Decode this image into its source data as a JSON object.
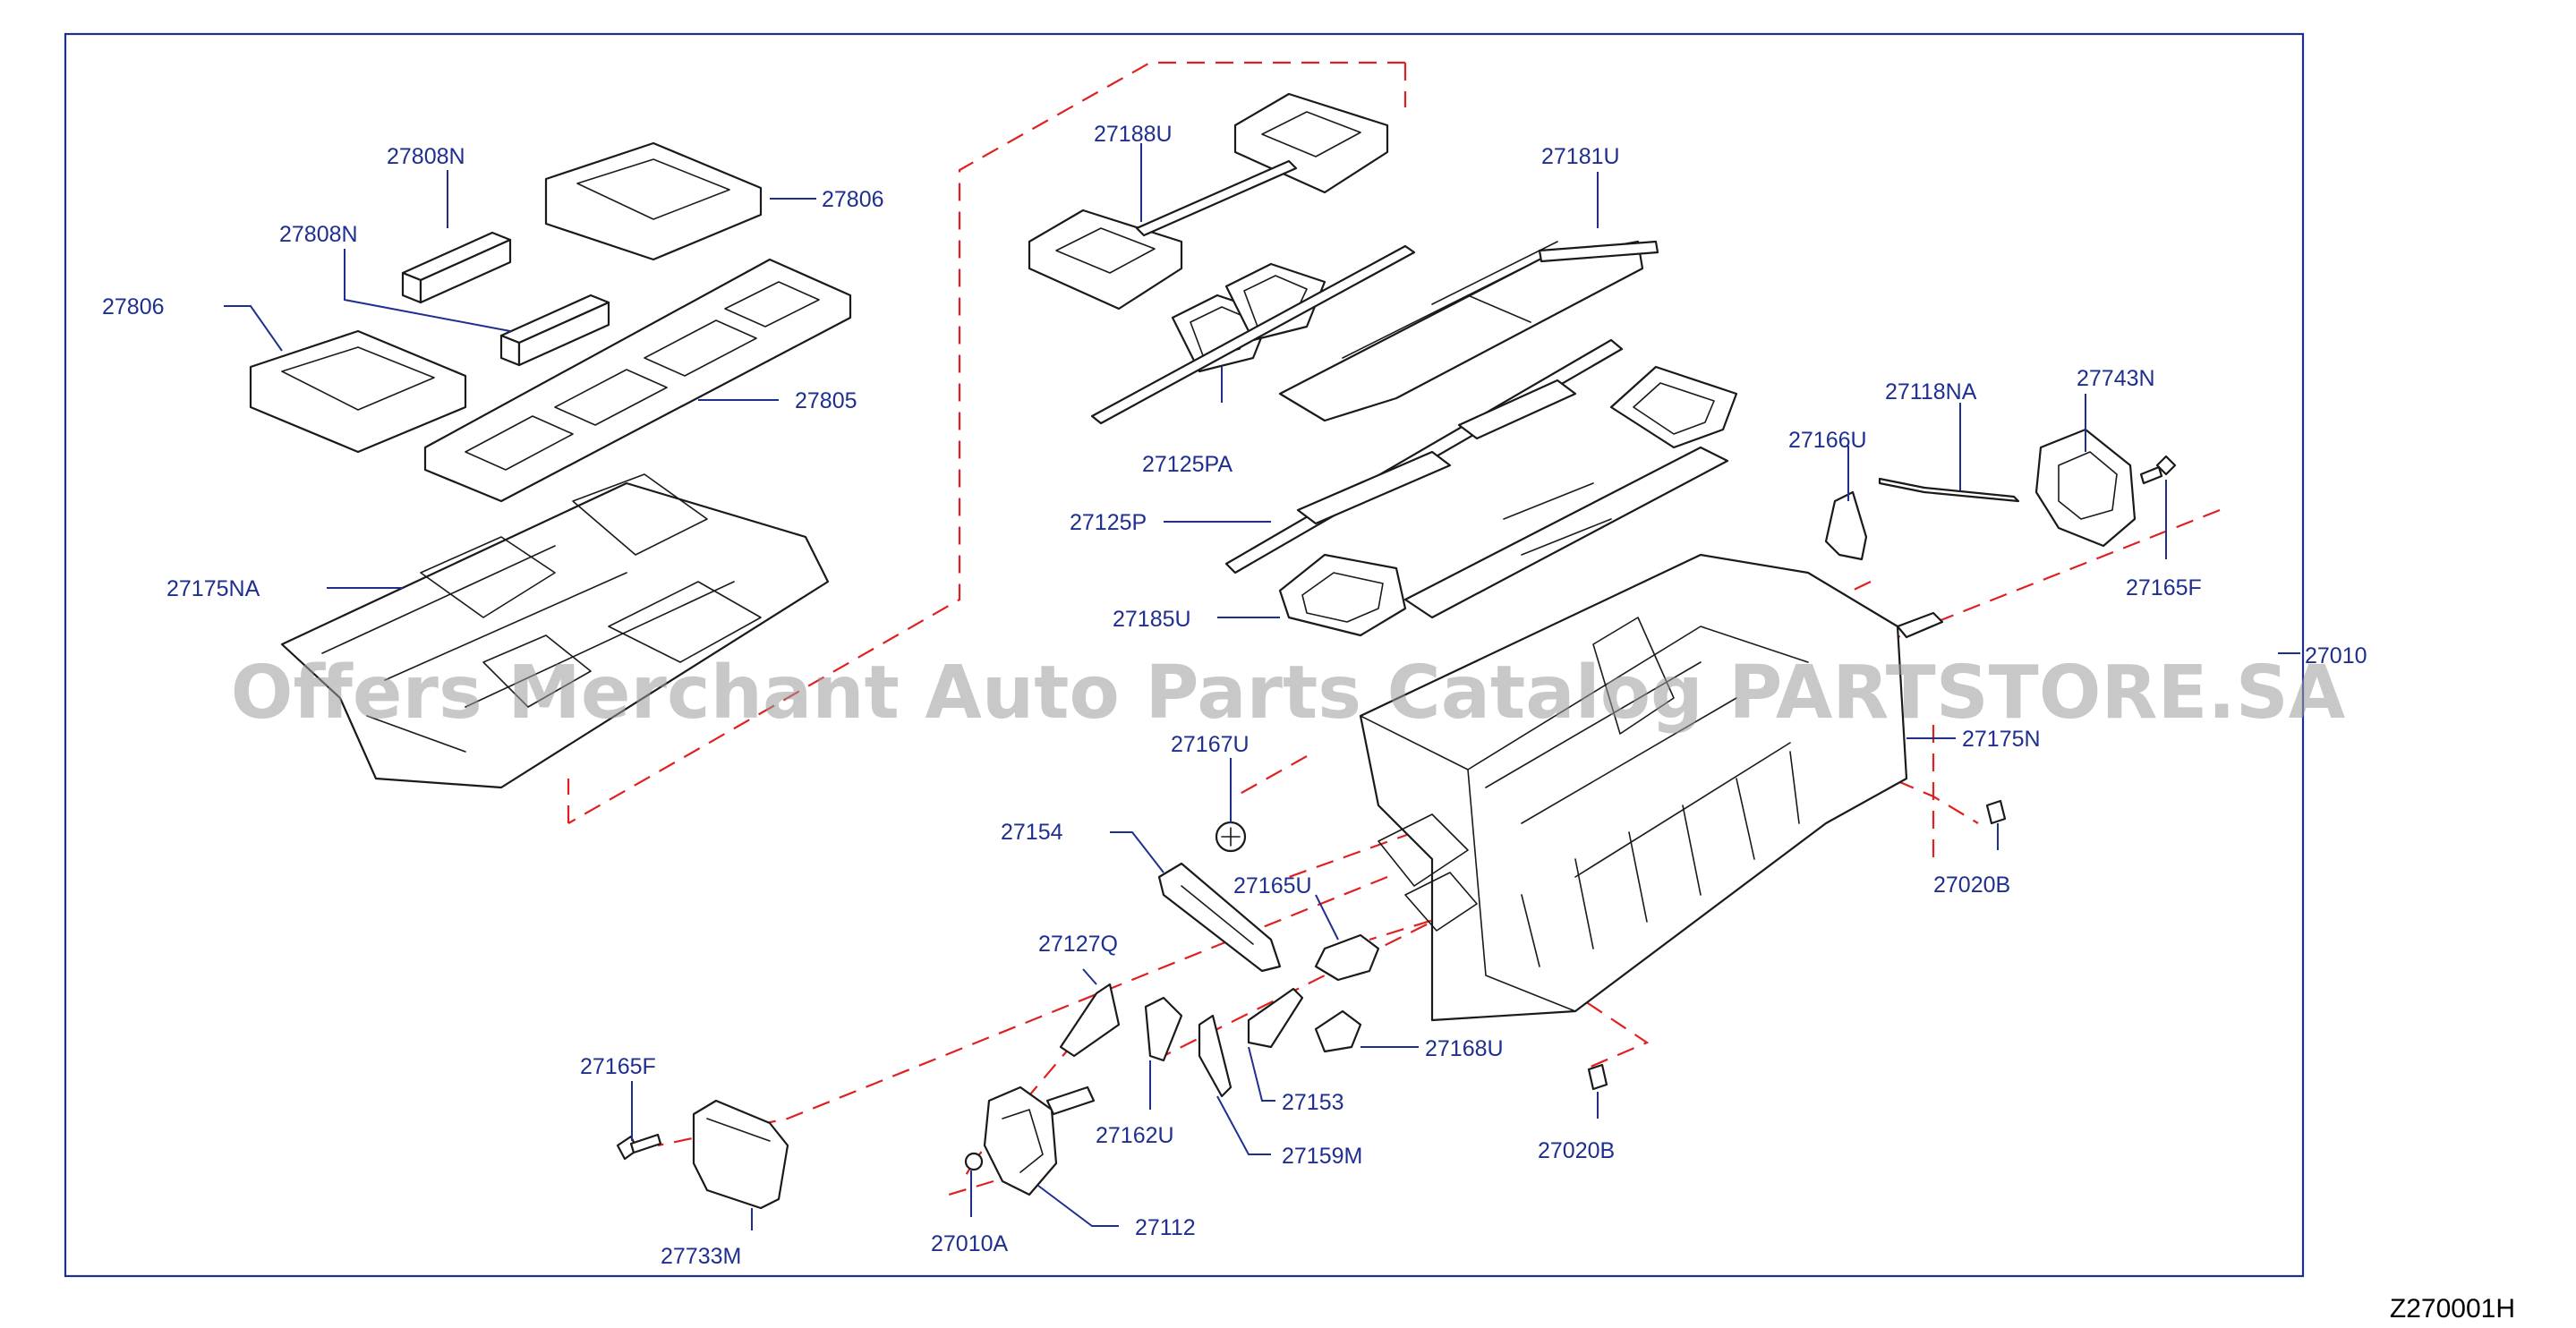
{
  "diagram": {
    "labels": {
      "p27808N_top": "27808N",
      "p27806_right": "27806",
      "p27808N_mid": "27808N",
      "p27806_left": "27806",
      "p27805": "27805",
      "p27175NA": "27175NA",
      "p27188U": "27188U",
      "p27181U": "27181U",
      "p27125PA": "27125PA",
      "p27125P": "27125P",
      "p27185U": "27185U",
      "p27118NA": "27118NA",
      "p27743N": "27743N",
      "p27166U": "27166U",
      "p27165F_right": "27165F",
      "p27010": "27010",
      "p27175N": "27175N",
      "p27167U": "27167U",
      "p27020B_right": "27020B",
      "p27154": "27154",
      "p27165U": "27165U",
      "p27127Q": "27127Q",
      "p27168U": "27168U",
      "p27165F_left": "27165F",
      "p27153": "27153",
      "p27162U": "27162U",
      "p27159M": "27159M",
      "p27020B_bottom": "27020B",
      "p27112": "27112",
      "p27010A": "27010A",
      "p27733M": "27733M"
    },
    "watermark": "Offers Merchant Auto Parts Catalog PARTSTORE.SA",
    "diagram_code": "Z270001H"
  },
  "colors": {
    "label": "#1f2f8f",
    "frame": "#1f2f8f",
    "dashed_line": "#e02020",
    "part_outline": "#1a1a1a",
    "watermark": "#9a9a9a"
  }
}
